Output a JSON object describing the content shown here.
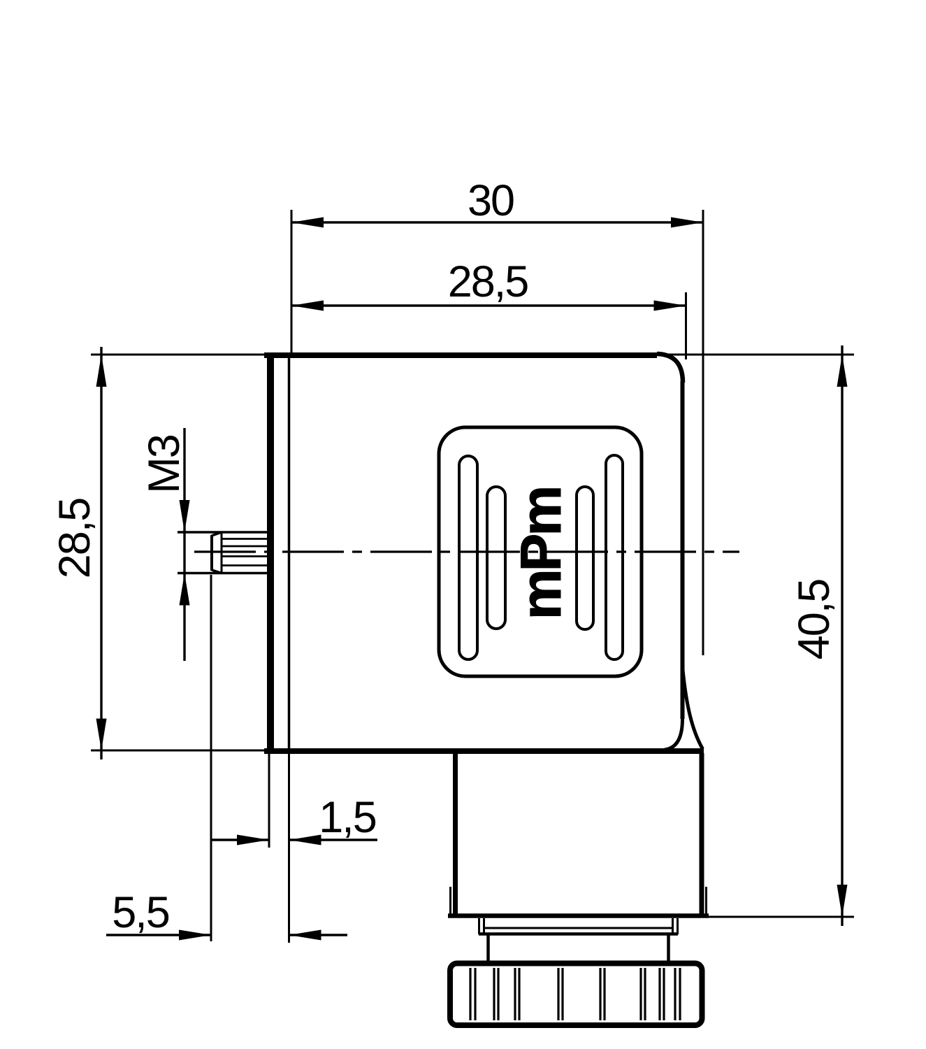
{
  "drawing": {
    "logo": "mPm",
    "dimensions": {
      "overall_width": "30",
      "housing_width": "28,5",
      "housing_height": "28,5",
      "thread_size": "M3",
      "overall_height": "40,5",
      "flange_thickness": "1,5",
      "screw_offset": "5,5"
    }
  }
}
